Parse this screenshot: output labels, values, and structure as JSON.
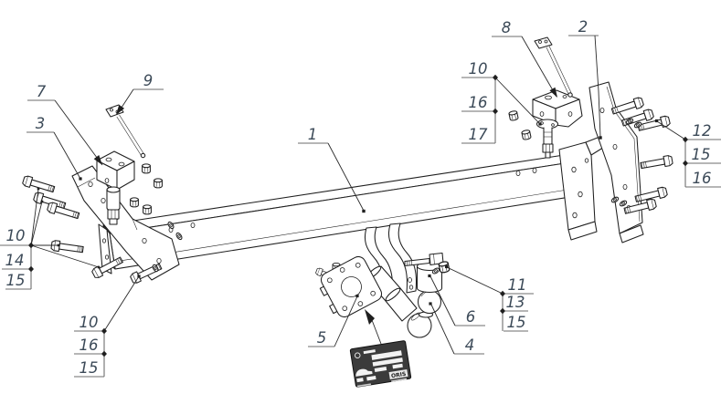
{
  "diagram": {
    "background": "#ffffff",
    "line_color": "#1f1f1f",
    "label_color": "#3c4a58",
    "underline_color": "#6e6e6e"
  },
  "callouts": {
    "crossbar": "1",
    "right_bracket": "2",
    "left_plate": "3",
    "tow_ball": "4",
    "flange_plate": "5",
    "ball_spacer": "6",
    "left_top_bracket": "7",
    "top_right_bracket": "8",
    "stabilizer_rod": "9",
    "stack_top_right": [
      "10",
      "16",
      "17"
    ],
    "stack_far_right": [
      "12",
      "15",
      "16"
    ],
    "stack_left": [
      "10",
      "14",
      "15"
    ],
    "stack_bottom_left": [
      "10",
      "16",
      "15"
    ],
    "stack_right_mid": [
      "11",
      "13",
      "15"
    ]
  },
  "sticker": {
    "brand": "ORIS"
  }
}
